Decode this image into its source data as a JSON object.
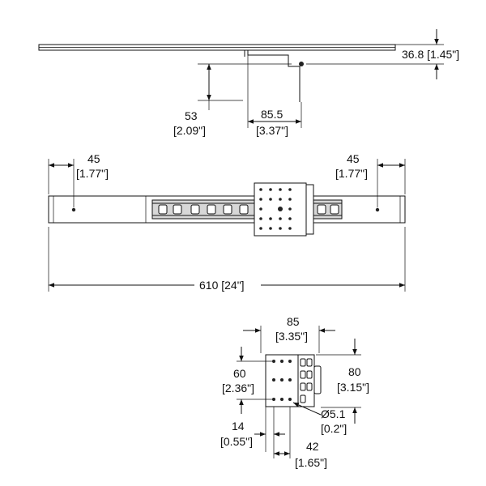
{
  "dimensions": {
    "side_height": "36.8 [1.45\"]",
    "bracket_drop_mm": "53",
    "bracket_drop_in": "[2.09\"]",
    "bracket_width_mm": "85.5",
    "bracket_width_in": "[3.37\"]",
    "left_hole_mm": "45",
    "left_hole_in": "[1.77\"]",
    "right_hole_mm": "45",
    "right_hole_in": "[1.77\"]",
    "overall_length": "610 [24\"]",
    "carriage_width_mm": "85",
    "carriage_width_in": "[3.35\"]",
    "carriage_height_mm": "80",
    "carriage_height_in": "[3.15\"]",
    "hole_spacing_v_mm": "60",
    "hole_spacing_v_in": "[2.36\"]",
    "hole_diameter_mm": "Ø5.1",
    "hole_diameter_in": "[0.2\"]",
    "edge_offset_mm": "14",
    "edge_offset_in": "[0.55\"]",
    "hole_spacing_h_mm": "42",
    "hole_spacing_h_in": "[1.65\"]"
  }
}
